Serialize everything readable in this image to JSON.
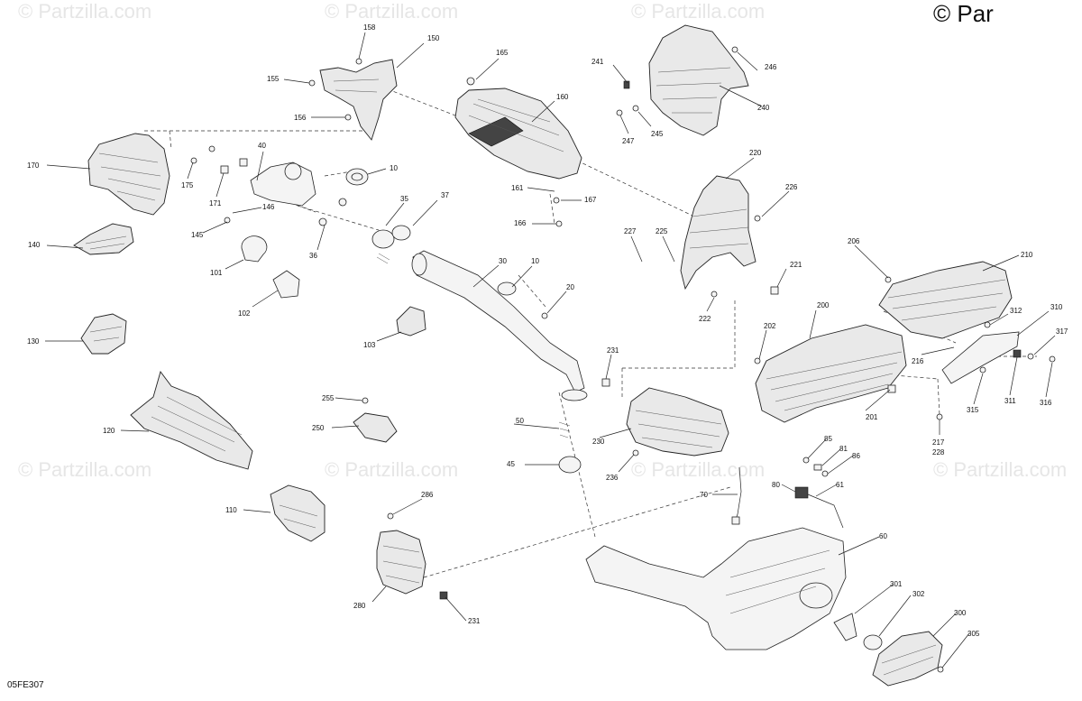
{
  "copyright": "© Par",
  "watermark": "© Partzilla.com",
  "diagram_code": "05FE307",
  "labels": {
    "p10a": "10",
    "p10b": "10",
    "p20": "20",
    "p30": "30",
    "p35": "35",
    "p36": "36",
    "p37": "37",
    "p40": "40",
    "p45": "45",
    "p50": "50",
    "p60": "60",
    "p61": "61",
    "p70": "70",
    "p80": "80",
    "p81": "81",
    "p85": "85",
    "p86": "86",
    "p101": "101",
    "p102": "102",
    "p103": "103",
    "p110": "110",
    "p120": "120",
    "p130": "130",
    "p140": "140",
    "p145": "145",
    "p146": "146",
    "p150": "150",
    "p155": "155",
    "p156": "156",
    "p158": "158",
    "p160": "160",
    "p161": "161",
    "p165": "165",
    "p166": "166",
    "p167": "167",
    "p170": "170",
    "p171": "171",
    "p175": "175",
    "p200": "200",
    "p201": "201",
    "p202": "202",
    "p206": "206",
    "p210": "210",
    "p216": "216",
    "p217": "217",
    "p228": "228",
    "p220": "220",
    "p221": "221",
    "p222": "222",
    "p225": "225",
    "p226": "226",
    "p227": "227",
    "p230": "230",
    "p231a": "231",
    "p231b": "231",
    "p236": "236",
    "p240": "240",
    "p241": "241",
    "p245": "245",
    "p246": "246",
    "p247": "247",
    "p250": "250",
    "p255": "255",
    "p280": "280",
    "p286": "286",
    "p300": "300",
    "p301": "301",
    "p302": "302",
    "p305": "305",
    "p310": "310",
    "p311": "311",
    "p312": "312",
    "p315": "315",
    "p316": "316",
    "p317": "317"
  }
}
